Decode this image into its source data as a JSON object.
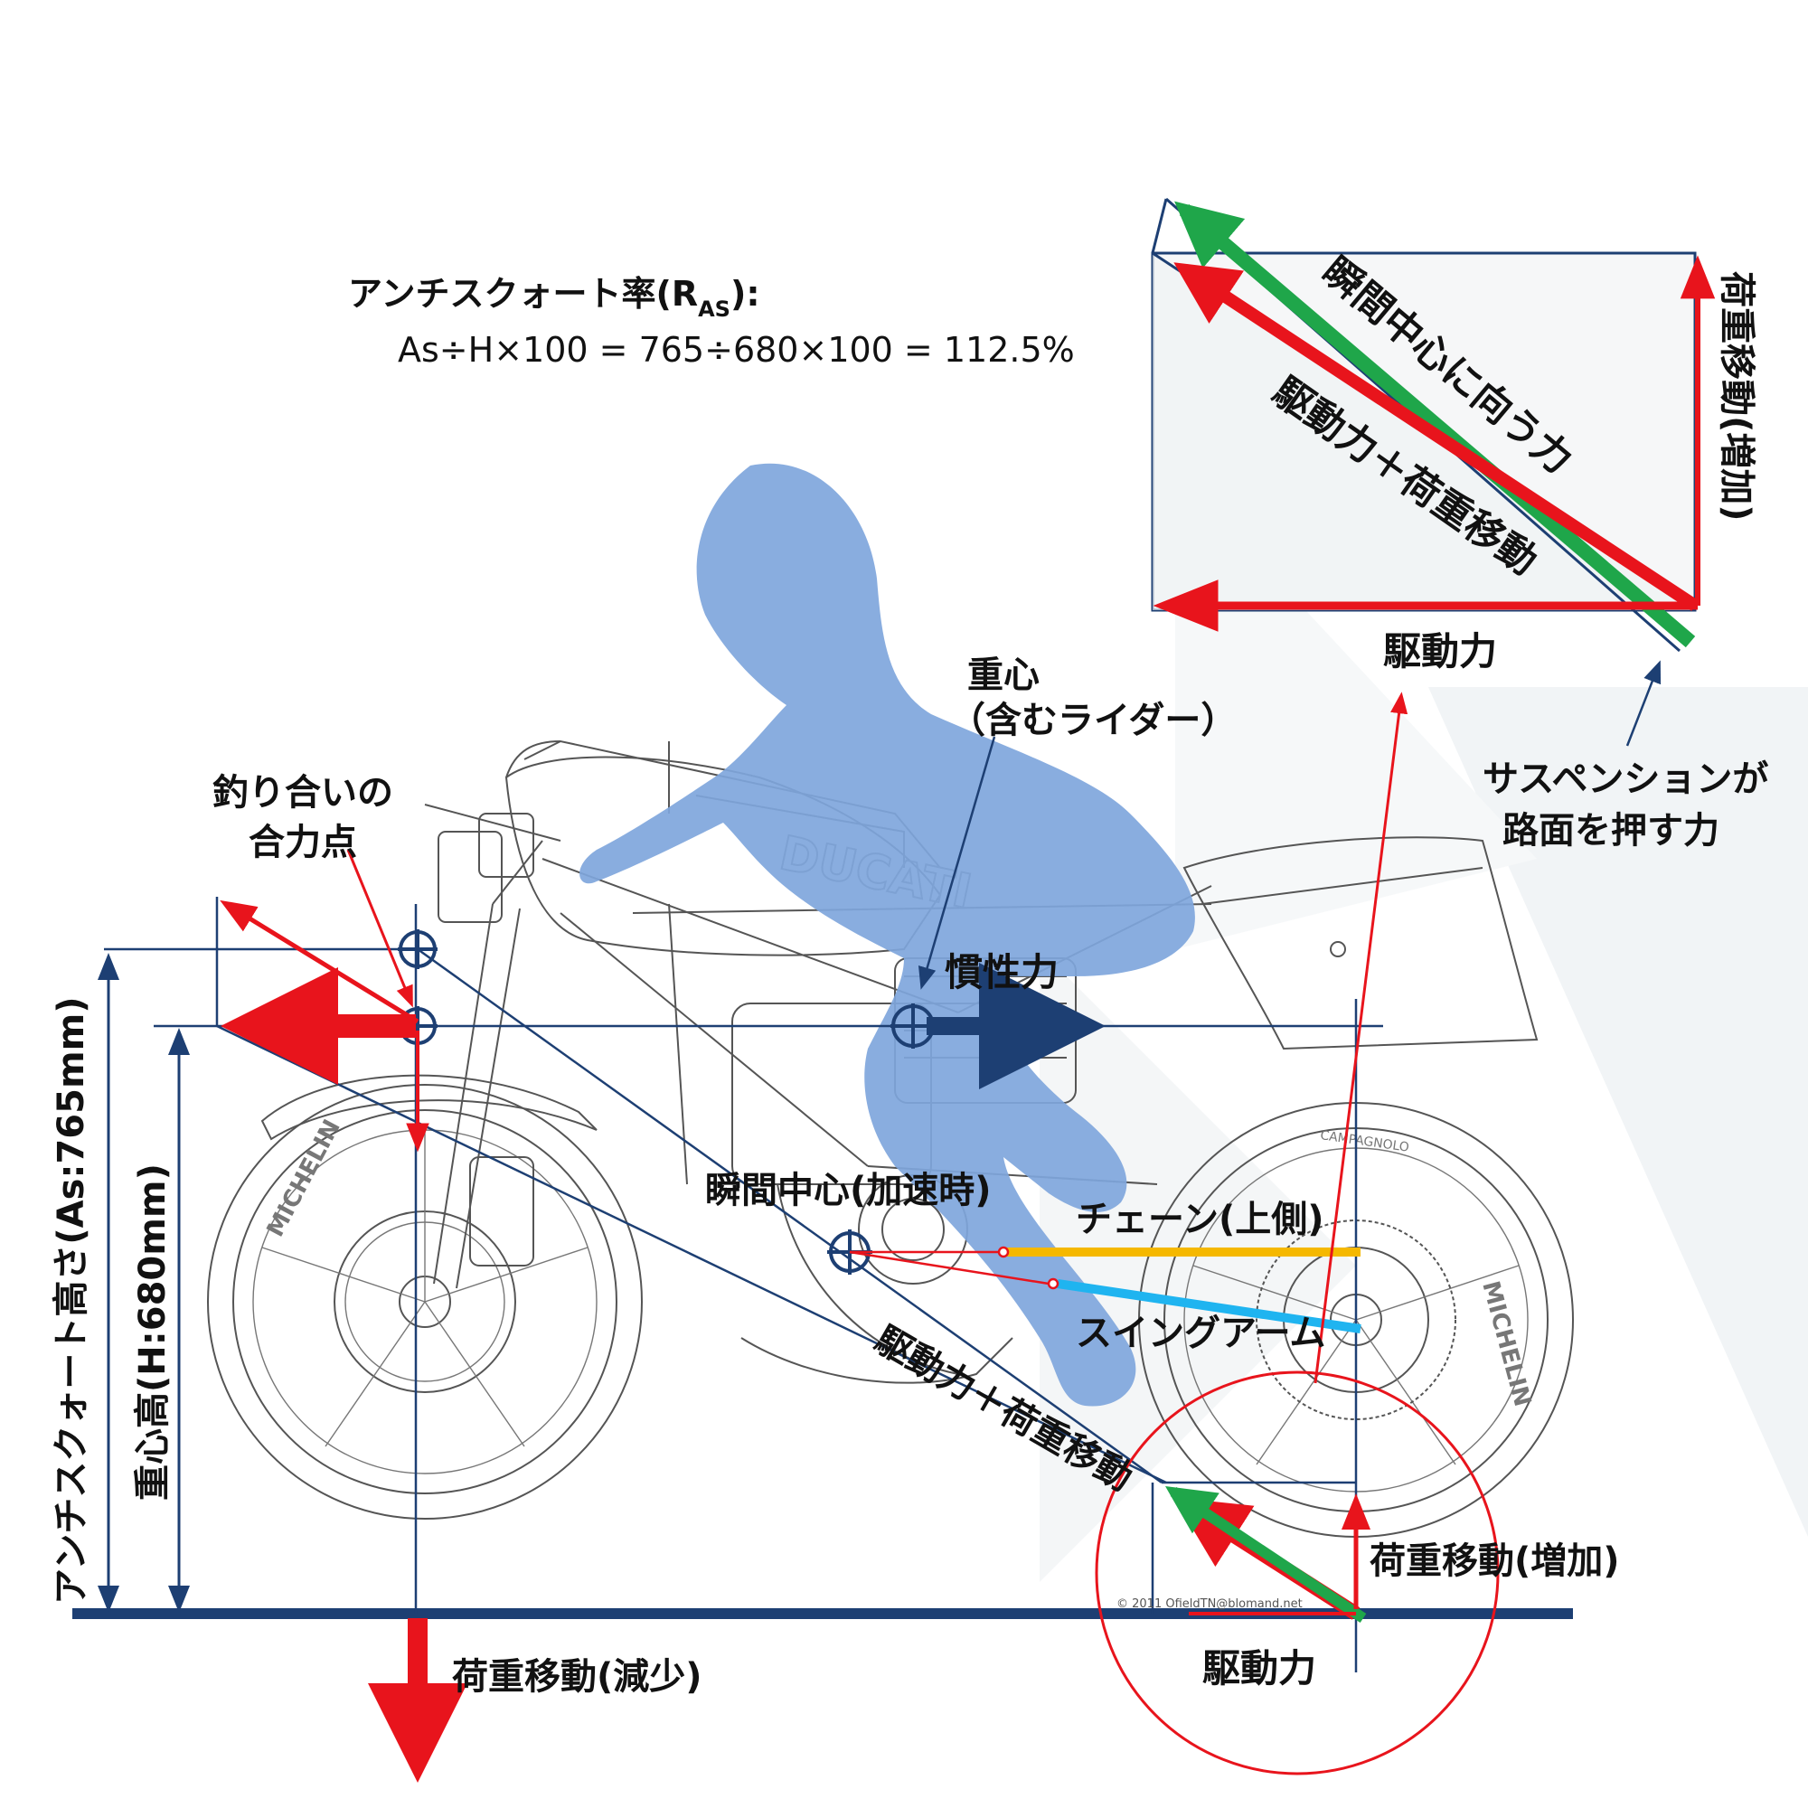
{
  "formula": {
    "line1_prefix": "アンチスクォート率(R",
    "line1_sub": "AS",
    "line1_suffix": "):",
    "line2": "As÷H×100  = 765÷680×100 = 112.5%"
  },
  "labels": {
    "cog_line1": "重心",
    "cog_line2": "（含むライダー）",
    "balance_line1": "釣り合いの",
    "balance_line2": "合力点",
    "inertia": "慣性力",
    "instant_center": "瞬間中心(加速時)",
    "chain_upper": "チェーン(上側)",
    "swingarm": "スイングアーム",
    "drive_plus_load_main": "駆動力＋荷重移動",
    "load_increase_lower": "荷重移動(増加)",
    "drive_lower": "駆動力",
    "load_decrease": "荷重移動(減少)",
    "antisquat_height": "アンチスクォート高さ(As:765mm)",
    "cog_height": "重心高(H:680mm)",
    "suspension_line1": "サスペンションが",
    "suspension_line2": "路面を押す力",
    "copyright": "© 2011 OfieldTN@blomand.net"
  },
  "inset": {
    "force_to_ic": "瞬間中心に向う力",
    "drive_plus_load": "駆動力＋荷重移動",
    "load_increase": "荷重移動(増加)",
    "drive": "駆動力"
  },
  "bike": {
    "brand": "DUCATI",
    "tire_brand": "MICHELIN",
    "wheel_brand": "CAMPAGNOLO"
  },
  "colors": {
    "navy": "#1d3f73",
    "red": "#e8141c",
    "green": "#1fa64a",
    "orange": "#f5b800",
    "cyan": "#1fb4f0",
    "rider": "#7fa6dc"
  }
}
